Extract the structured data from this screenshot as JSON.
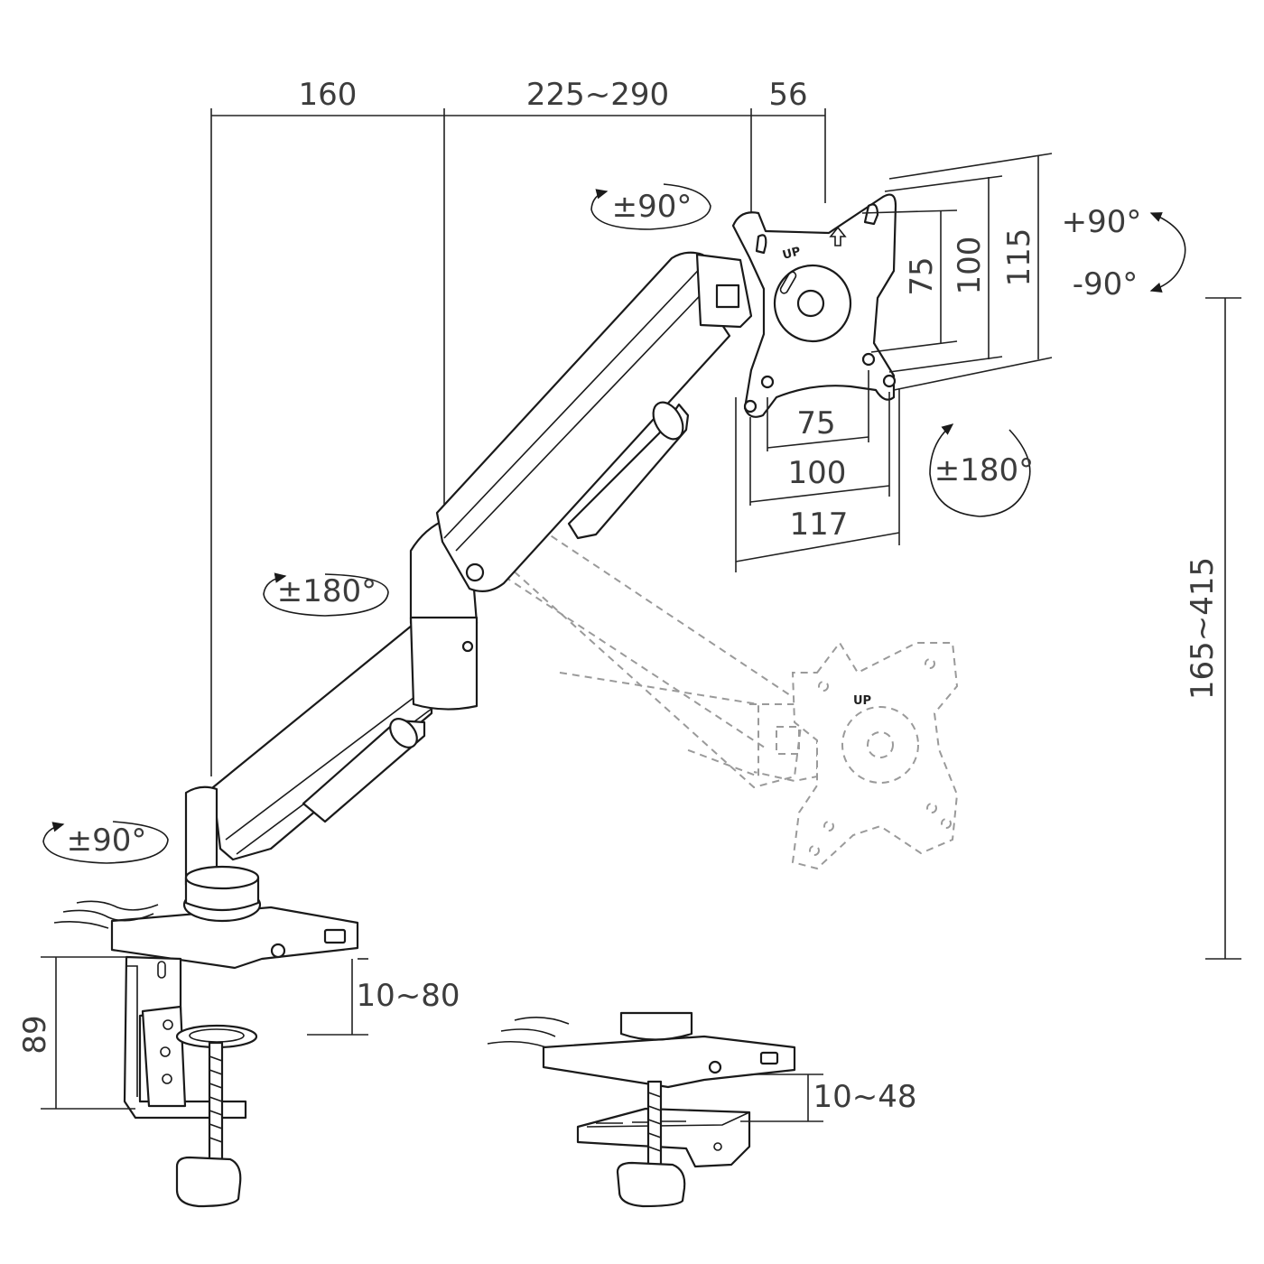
{
  "dimensions": {
    "arm_reach": "160",
    "arm_extension": "225~290",
    "plate_offset": "56",
    "vesa_h_75": "75",
    "vesa_h_100": "100",
    "plate_width": "117",
    "vesa_v_75": "75",
    "vesa_v_100": "100",
    "plate_height": "115",
    "height_range": "165~415",
    "clamp_height": "89",
    "clamp_range": "10~80",
    "grommet_range": "10~48"
  },
  "rotations": {
    "plate_swivel": "±90°",
    "tilt_up": "+90°",
    "tilt_down": "-90°",
    "plate_rotation": "±180°",
    "elbow_swivel": "±180°",
    "base_swivel": "±90°"
  },
  "plate_marking": "UP"
}
